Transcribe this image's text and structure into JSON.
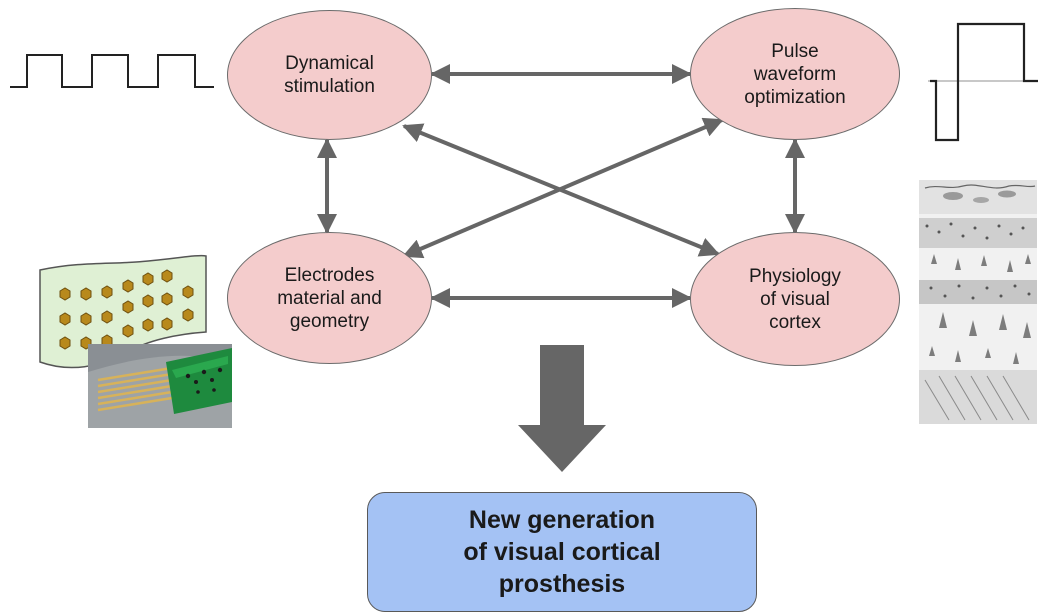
{
  "nodes": {
    "dynamical": "Dynamical\nstimulation",
    "pulse": "Pulse\nwaveform\noptimization",
    "electrodes": "Electrodes\nmaterial and\ngeometry",
    "physiology": "Physiology\nof visual\ncortex"
  },
  "result": "New generation\nof visual cortical\nprosthesis",
  "icons": [
    "square-wave-icon",
    "biphasic-pulse-icon",
    "electrode-array-image",
    "cortex-histology-image"
  ],
  "colors": {
    "node_fill": "#f4cccc",
    "result_fill": "#a4c2f4",
    "arrow": "#666666"
  }
}
